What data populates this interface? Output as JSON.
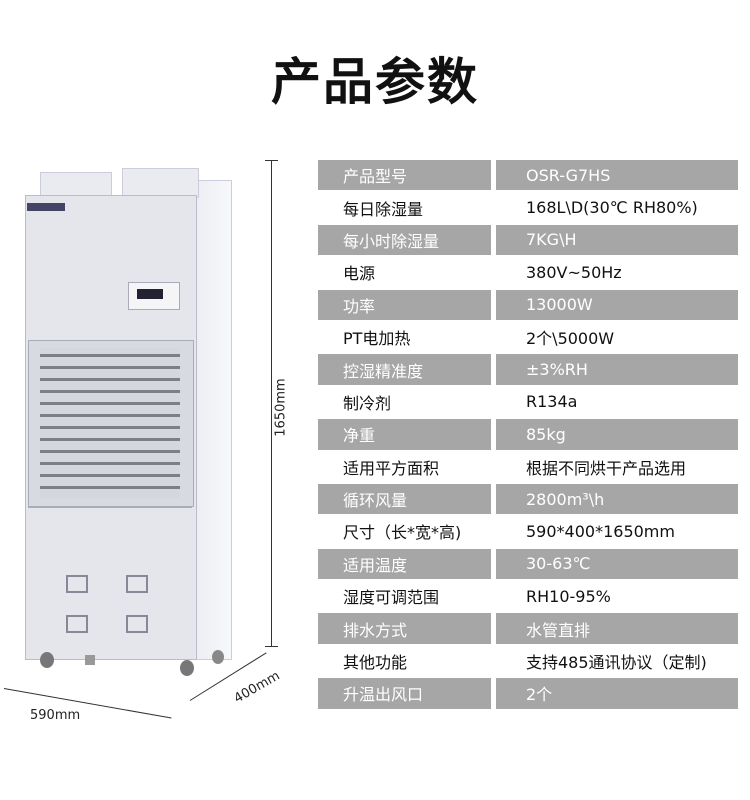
{
  "title": "产品参数",
  "dimensions": {
    "height": "1650mm",
    "width": "590mm",
    "depth": "400mm"
  },
  "specs": [
    {
      "label": "产品型号",
      "value": "OSR-G7HS"
    },
    {
      "label": "每日除湿量",
      "value": "168L\\D(30℃ RH80%)"
    },
    {
      "label": "每小时除湿量",
      "value": "7KG\\H"
    },
    {
      "label": "电源",
      "value": "380V~50Hz"
    },
    {
      "label": "功率",
      "value": "13000W"
    },
    {
      "label": "PT电加热",
      "value": "2个\\5000W"
    },
    {
      "label": "控湿精准度",
      "value": "±3%RH"
    },
    {
      "label": "制冷剂",
      "value": "R134a"
    },
    {
      "label": "净重",
      "value": "85kg"
    },
    {
      "label": "适用平方面积",
      "value": "根据不同烘干产品选用"
    },
    {
      "label": "循环风量",
      "value": "2800m³\\h"
    },
    {
      "label": "尺寸（长*宽*高)",
      "value": "590*400*1650mm"
    },
    {
      "label": "适用温度",
      "value": "30-63℃"
    },
    {
      "label": "湿度可调范围",
      "value": "RH10-95%"
    },
    {
      "label": "排水方式",
      "value": "水管直排"
    },
    {
      "label": "其他功能",
      "value": "支持485通讯协议（定制)"
    },
    {
      "label": "升温出风口",
      "value": "2个"
    }
  ]
}
